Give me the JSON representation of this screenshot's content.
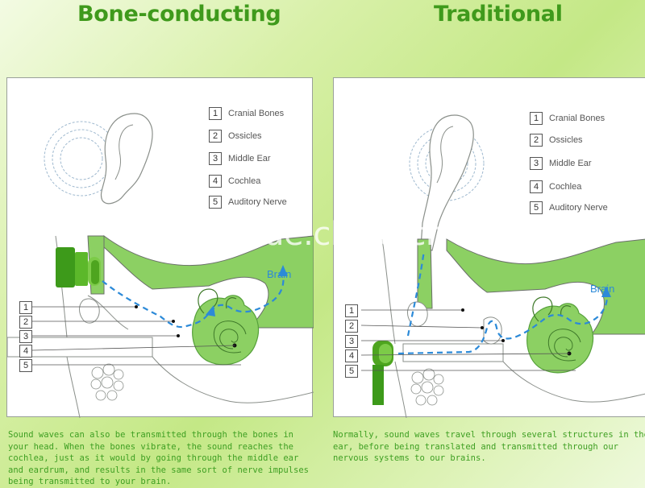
{
  "titles": {
    "left": "Bone-conducting",
    "right": "Traditional"
  },
  "legend": [
    {
      "num": "1",
      "label": "Cranial Bones"
    },
    {
      "num": "2",
      "label": "Ossicles"
    },
    {
      "num": "3",
      "label": "Middle Ear"
    },
    {
      "num": "4",
      "label": "Cochlea"
    },
    {
      "num": "5",
      "label": "Auditory Nerve"
    }
  ],
  "brain_label": "Brain",
  "watermark": "trade.china.cn",
  "captions": {
    "left": "Sound waves can also be transmitted through the bones in\nyour head. When the bones vibrate, the sound reaches the\ncochlea, just as it would by going through the middle ear\nand eardrum, and results in the same sort of nerve impulses\nbeing transmitted to your brain.",
    "right": "Normally, sound waves travel through several structures in the\near, before being translated and transmitted through our\nnervous systems to our brains."
  },
  "colors": {
    "accent_green": "#3f9a1c",
    "anatomy_green": "#8cd063",
    "path_blue": "#2c8ad8"
  }
}
